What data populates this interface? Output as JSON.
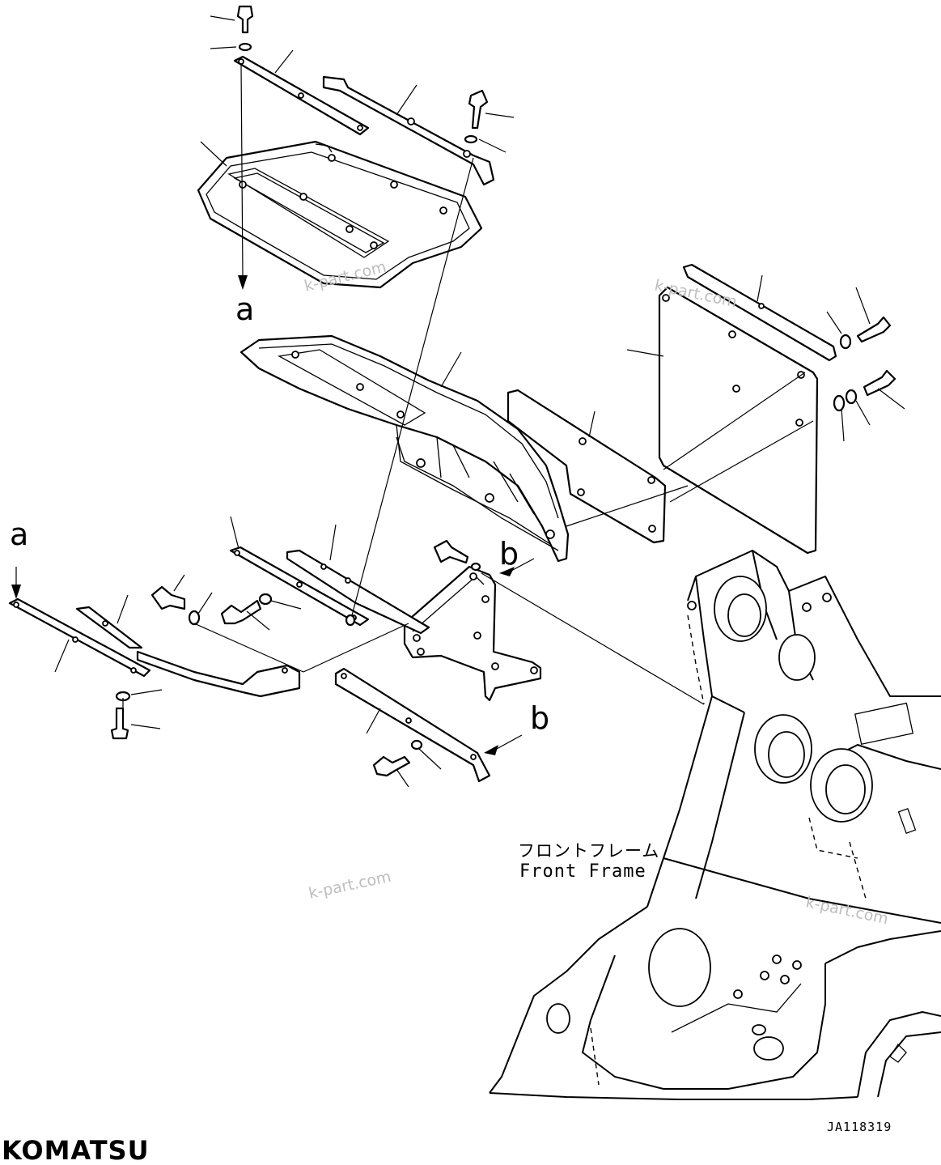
{
  "callouts": {
    "a_top": "a",
    "a_left": "a",
    "b_mid": "b",
    "b_low": "b"
  },
  "labels": {
    "front_frame_jp": "フロントフレーム",
    "front_frame_en": "Front Frame"
  },
  "watermarks": [
    "k-part.com",
    "k-part.com",
    "k-part.com",
    "k-part.com"
  ],
  "doc_number": "JA118319",
  "brand": "KOMATSU"
}
